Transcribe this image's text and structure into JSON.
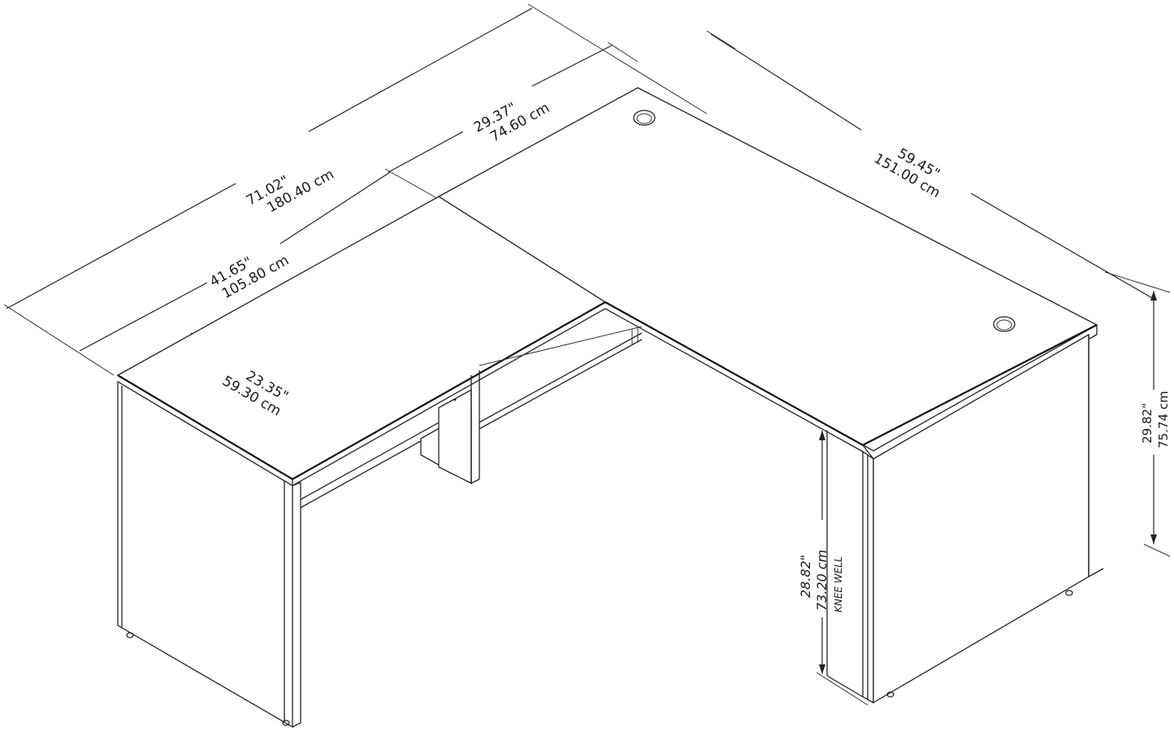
{
  "diagram": {
    "subject": "L-shaped desk dimension drawing",
    "line_color": "#222222",
    "background": "#ffffff",
    "dimensions": {
      "overall_width": {
        "in": "71.02\"",
        "cm": "180.40 cm"
      },
      "return_extension": {
        "in": "29.37\"",
        "cm": "74.60 cm"
      },
      "desk_length": {
        "in": "59.45\"",
        "cm": "151.00 cm"
      },
      "return_length": {
        "in": "41.65\"",
        "cm": "105.80 cm"
      },
      "return_depth": {
        "in": "23.35\"",
        "cm": "59.30 cm"
      },
      "overall_height": {
        "in": "29.82\"",
        "cm": "75.74 cm"
      },
      "knee_well": {
        "in": "28.82\"",
        "cm": "73.20 cm",
        "label": "KNEE WELL"
      }
    },
    "features": [
      "grommet-hole-left",
      "grommet-hole-right",
      "leg-panel-left",
      "leg-panel-right",
      "modesty-panel",
      "support-leg"
    ]
  }
}
